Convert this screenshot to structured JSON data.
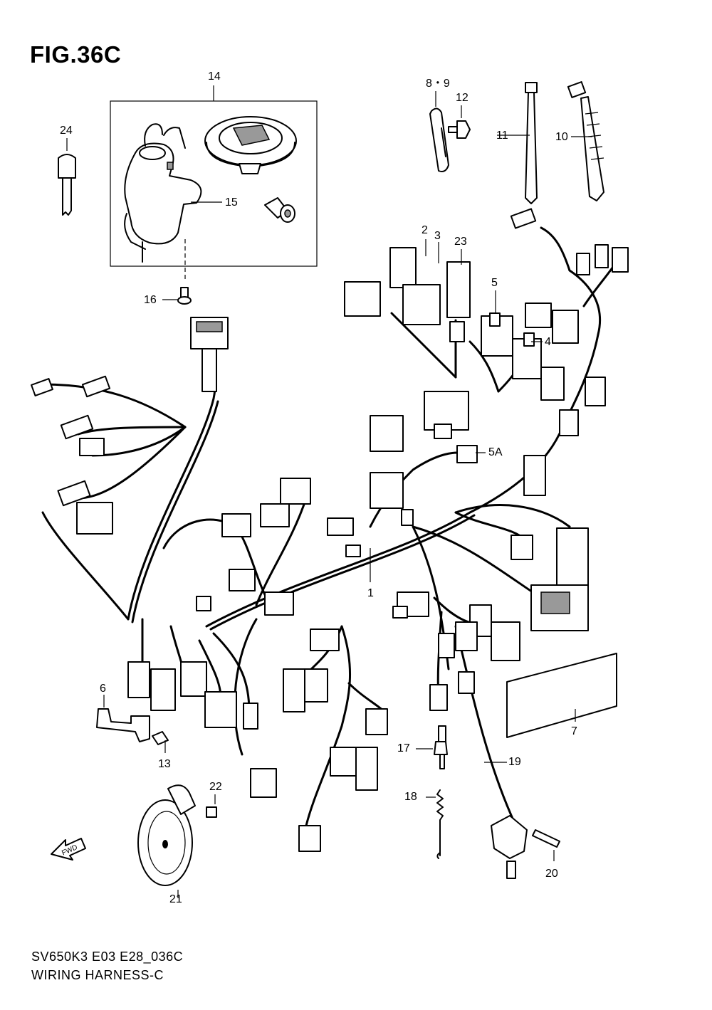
{
  "figure": {
    "title": "FIG.36C",
    "model_code": "SV650K3 E03 E28_036C",
    "caption": "WIRING HARNESS-C"
  },
  "callouts": {
    "c1": "1",
    "c2": "2",
    "c3": "3",
    "c4": "4",
    "c5": "5",
    "c5a": "5A",
    "c6": "6",
    "c7": "7",
    "c89": "8・9",
    "c10": "10",
    "c11": "11",
    "c12": "12",
    "c13": "13",
    "c14": "14",
    "c15": "15",
    "c16": "16",
    "c17": "17",
    "c18": "18",
    "c19": "19",
    "c20": "20",
    "c21": "21",
    "c22": "22",
    "c23": "23",
    "c24": "24"
  },
  "icons": {
    "fwd_arrow": "FWD"
  }
}
